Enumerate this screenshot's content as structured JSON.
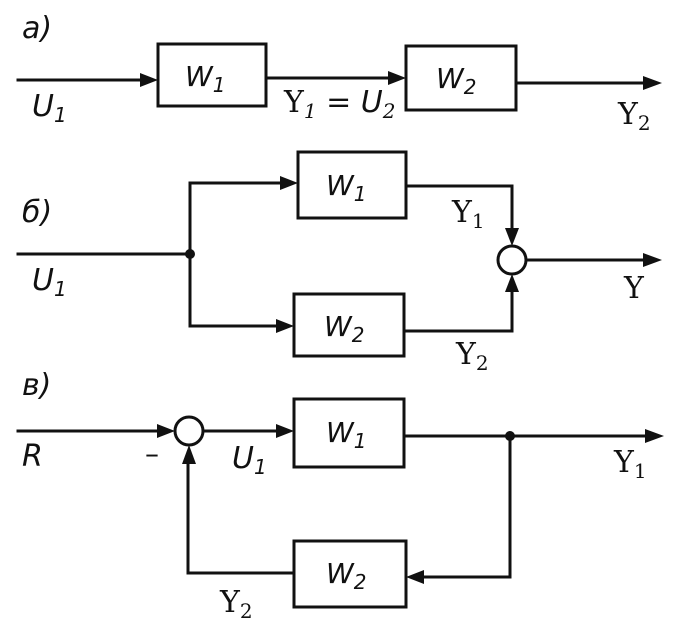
{
  "diagram_a": {
    "label": "а)",
    "input": {
      "base": "U",
      "sub": "1"
    },
    "block1": {
      "base": "W",
      "sub": "1"
    },
    "block2": {
      "base": "W",
      "sub": "2"
    },
    "mid": {
      "y": "Y",
      "ysub": "1",
      "eq": " = ",
      "u": "U",
      "usub": "2"
    },
    "output": {
      "base": "Y",
      "sub": "2"
    }
  },
  "diagram_b": {
    "label": "б)",
    "input": {
      "base": "U",
      "sub": "1"
    },
    "block1": {
      "base": "W",
      "sub": "1"
    },
    "block2": {
      "base": "W",
      "sub": "2"
    },
    "y1": {
      "base": "Y",
      "sub": "1"
    },
    "y2": {
      "base": "Y",
      "sub": "2"
    },
    "output": "Y"
  },
  "diagram_c": {
    "label": "в)",
    "input": "R",
    "minus": "–",
    "u1": {
      "base": "U",
      "sub": "1"
    },
    "block1": {
      "base": "W",
      "sub": "1"
    },
    "block2": {
      "base": "W",
      "sub": "2"
    },
    "output": {
      "base": "Y",
      "sub": "1"
    },
    "feedback": {
      "base": "Y",
      "sub": "2"
    }
  }
}
